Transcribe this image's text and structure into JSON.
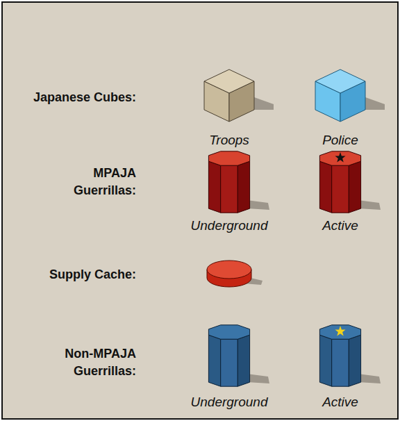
{
  "diagram": {
    "labels": [
      "Japanese Cubes:",
      "Troops",
      "Police",
      "MPAJA Guerrillas:",
      "Underground",
      "Active",
      "Supply Cache:",
      "Non-MPAJA Guerrillas:",
      "Underground",
      "Active"
    ]
  }
}
